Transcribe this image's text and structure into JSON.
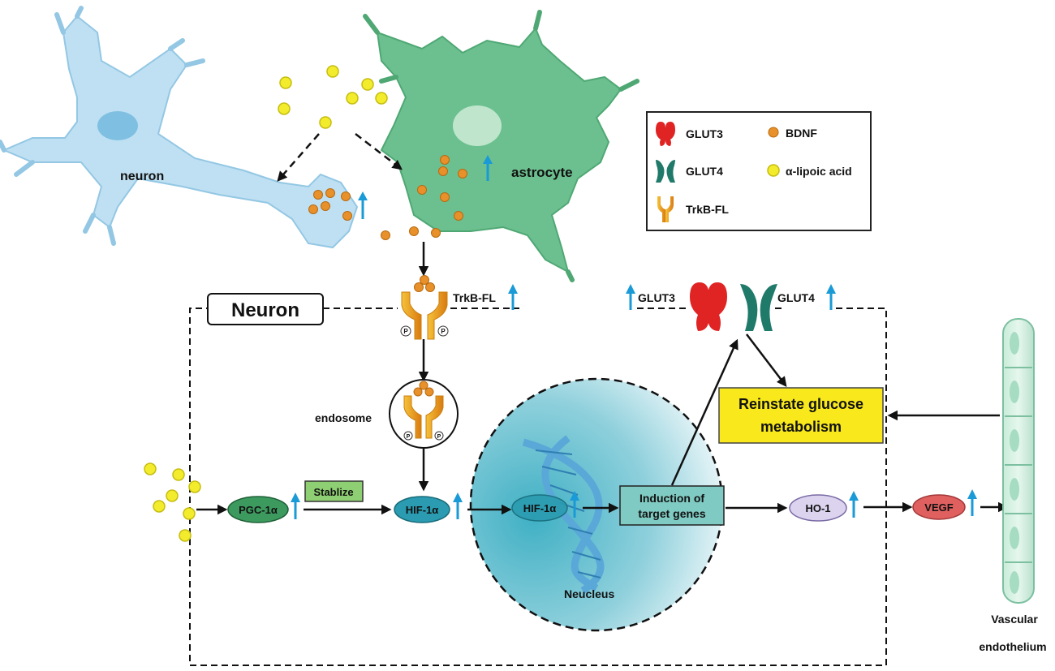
{
  "labels": {
    "neuron_cell": "neuron",
    "astrocyte": "astrocyte",
    "neuron_box": "Neuron",
    "trkb_receptor": "TrkB-FL",
    "glut3_receptor": "GLUT3",
    "glut4_receptor": "GLUT4",
    "endosome": "endosome",
    "pgc": "PGC-1α",
    "stabilize": "Stablize",
    "hif_cyto": "HIF-1α",
    "hif_nuc": "HIF-1α",
    "induction_line1": "Induction of",
    "induction_line2": "target genes",
    "nucleus": "Neucleus",
    "reinstate_line1": "Reinstate glucose",
    "reinstate_line2": "metabolism",
    "ho1": "HO-1",
    "vegf": "VEGF",
    "vascular_line1": "Vascular",
    "vascular_line2": "endothelium"
  },
  "legend": {
    "glut3": "GLUT3",
    "glut4": "GLUT4",
    "trkb": "TrkB-FL",
    "bdnf": "BDNF",
    "lipoic": "α-lipoic acid"
  },
  "phospho_mark": "P",
  "colors": {
    "neuron_cell": "#bfe0f2",
    "astrocyte": "#6cc08f",
    "bdnf": "#e8902a",
    "lipoic_acid": "#f3ec2c",
    "glut3": "#e02424",
    "glut4": "#1f7a6a",
    "trkb": "#e8a420",
    "up_arrow": "#1a9ad6",
    "pgc": "#3d9a5f",
    "hif": "#2a9bb0",
    "induction_box": "#7fcac2",
    "stabilize_box": "#8fcf73",
    "reinstate_box": "#f8e81c",
    "ho1": "#dcd3ee",
    "vegf": "#e06060",
    "endothelium": "#c8ead8"
  }
}
